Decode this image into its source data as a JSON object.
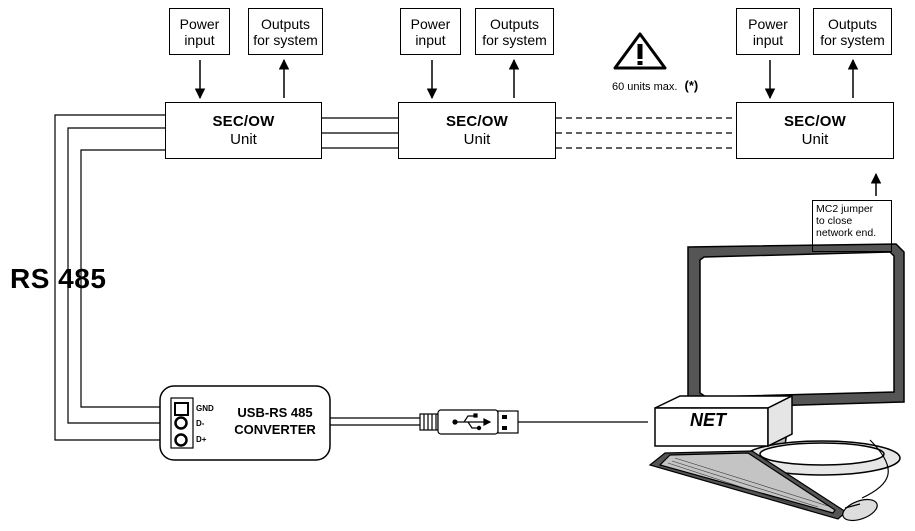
{
  "diagram": {
    "bus_label": "RS 485",
    "input_label_line1": "Power",
    "input_label_line2": "input",
    "output_label_line1": "Outputs",
    "output_label_line2": "for system",
    "units": [
      {
        "title": "SEC/OW",
        "subtitle": "Unit"
      },
      {
        "title": "SEC/OW",
        "subtitle": "Unit"
      },
      {
        "title": "SEC/OW",
        "subtitle": "Unit"
      }
    ],
    "warning": {
      "text": "60 units max.",
      "marker": "(*)"
    },
    "jumper_note": [
      "MC2 jumper",
      "to close",
      "network end."
    ],
    "converter": {
      "line1": "USB-RS 485",
      "line2": "CONVERTER",
      "pins": [
        "GND",
        "D-",
        "D+"
      ]
    },
    "pc_label": "NET"
  }
}
